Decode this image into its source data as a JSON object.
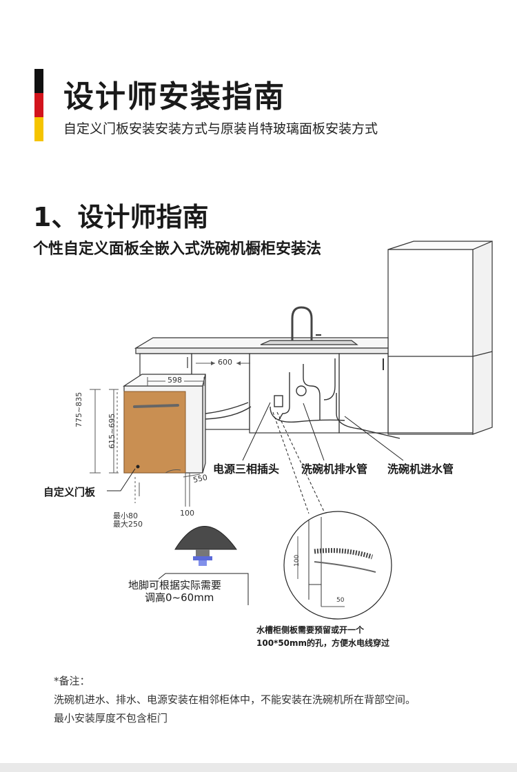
{
  "header": {
    "title": "设计师安装指南",
    "subtitle": "自定义门板安装安装方式与原装肖特玻璃面板安装方式",
    "flag_colors": [
      "#111111",
      "#d2141c",
      "#f5c400"
    ]
  },
  "section": {
    "title": "1、设计师指南",
    "subtitle": "个性自定义面板全嵌入式洗碗机橱柜安装法"
  },
  "diagram": {
    "dim_600": "600",
    "dim_598": "598",
    "dim_775_835": "775~835",
    "dim_615_695": "615~695",
    "dim_550": "550",
    "dim_100": "100",
    "min_80": "最小80",
    "max_250": "最大250",
    "label_custom_door": "自定义门板",
    "label_power": "电源三相插头",
    "label_drain": "洗碗机排水管",
    "label_inlet": "洗碗机进水管",
    "foot_caption_1": "地脚可根据实际需要",
    "foot_caption_2": "调高0~60mm",
    "detail_100": "100",
    "detail_50": "50",
    "detail_caption_1": "水槽柜侧板需要预留或开一个",
    "detail_caption_2": "100*50mm的孔，方便水电线穿过",
    "door_color": "#c98f52"
  },
  "notes": {
    "heading": "*备注：",
    "line1": "洗碗机进水、排水、电源安装在相邻柜体中，不能安装在洗碗机所在背部空间。",
    "line2": "最小安装厚度不包含柜门"
  }
}
